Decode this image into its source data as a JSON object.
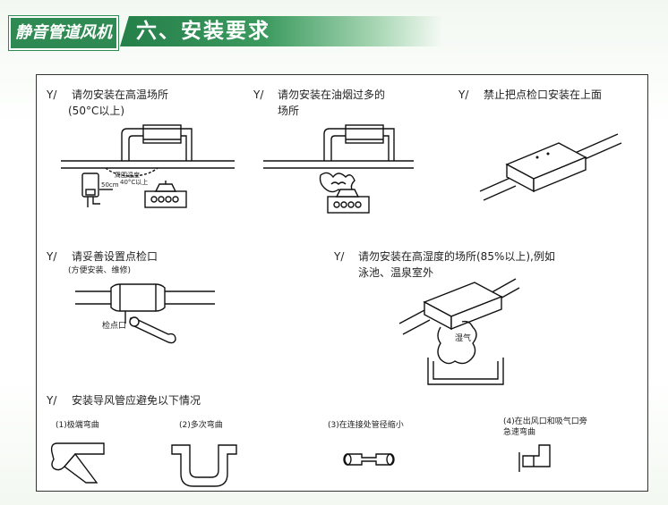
{
  "header": {
    "brand": "静音管道风机",
    "section_title": "六、安装要求"
  },
  "bullet_mark": "Y/",
  "items": [
    {
      "text": "请勿安装在高温场所",
      "note": "(50°C以上)"
    },
    {
      "text": "请勿安装在油烟过多的",
      "note": "场所"
    },
    {
      "text": "禁止把点检口安装在上面"
    },
    {
      "text": "请妥善设置点检口",
      "note": "(方便安装、维修)"
    },
    {
      "text": "请勿安装在高湿度的场所(85%以上),例如",
      "note": "泳池、温泉室外"
    },
    {
      "text": "安装导风管应避免以下情况"
    }
  ],
  "labels": {
    "ambient_temp": "周围温度",
    "ambient_temp_value": "40°C以上",
    "distance": "50cm",
    "inspection_port": "检点口",
    "humid": "湿气"
  },
  "cases": [
    {
      "label": "(1)极端弯曲"
    },
    {
      "label": "(2)多次弯曲"
    },
    {
      "label": "(3)在连接处管径缩小"
    },
    {
      "label": "(4)在出风口和吸气口旁",
      "label2": "急速弯曲"
    }
  ]
}
